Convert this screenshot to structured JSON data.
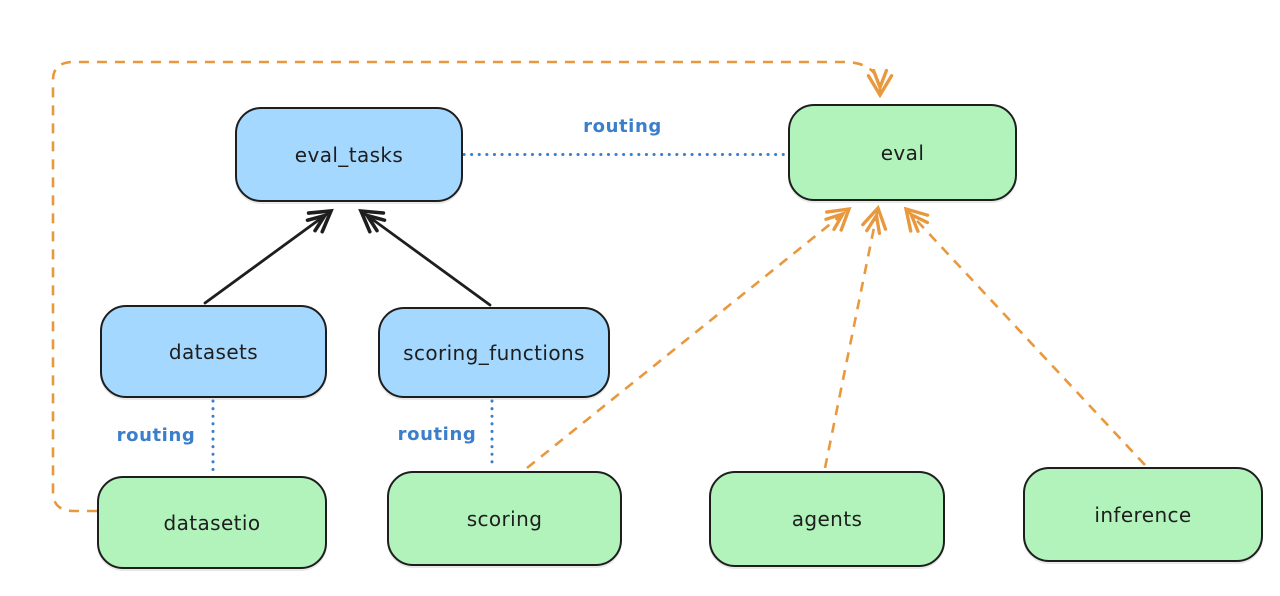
{
  "nodes": {
    "eval_tasks": {
      "label": "eval_tasks",
      "color": "blue"
    },
    "eval": {
      "label": "eval",
      "color": "green"
    },
    "datasets": {
      "label": "datasets",
      "color": "blue"
    },
    "scoring_functions": {
      "label": "scoring_functions",
      "color": "blue"
    },
    "datasetio": {
      "label": "datasetio",
      "color": "green"
    },
    "scoring": {
      "label": "scoring",
      "color": "green"
    },
    "agents": {
      "label": "agents",
      "color": "green"
    },
    "inference": {
      "label": "inference",
      "color": "green"
    }
  },
  "edges": [
    {
      "from": "datasets",
      "to": "eval_tasks",
      "style": "solid",
      "color": "black",
      "arrowhead": true,
      "label": ""
    },
    {
      "from": "scoring_functions",
      "to": "eval_tasks",
      "style": "solid",
      "color": "black",
      "arrowhead": true,
      "label": ""
    },
    {
      "from": "eval_tasks",
      "to": "eval",
      "style": "dotted",
      "color": "blue",
      "arrowhead": false,
      "label": "routing"
    },
    {
      "from": "datasets",
      "to": "datasetio",
      "style": "dotted",
      "color": "blue",
      "arrowhead": false,
      "label": "routing"
    },
    {
      "from": "scoring_functions",
      "to": "scoring",
      "style": "dotted",
      "color": "blue",
      "arrowhead": false,
      "label": "routing"
    },
    {
      "from": "datasetio",
      "to": "eval",
      "style": "dashed",
      "color": "orange",
      "arrowhead": true,
      "label": ""
    },
    {
      "from": "scoring",
      "to": "eval",
      "style": "dashed",
      "color": "orange",
      "arrowhead": true,
      "label": ""
    },
    {
      "from": "agents",
      "to": "eval",
      "style": "dashed",
      "color": "orange",
      "arrowhead": true,
      "label": ""
    },
    {
      "from": "inference",
      "to": "eval",
      "style": "dashed",
      "color": "orange",
      "arrowhead": true,
      "label": ""
    }
  ],
  "colors": {
    "blue_fill": "#a5d8ff",
    "green_fill": "#b2f2bb",
    "node_stroke": "#1e1e1e",
    "orange_edge": "#e8983d",
    "blue_edge": "#3b7ec9",
    "background": "#ffffff"
  }
}
